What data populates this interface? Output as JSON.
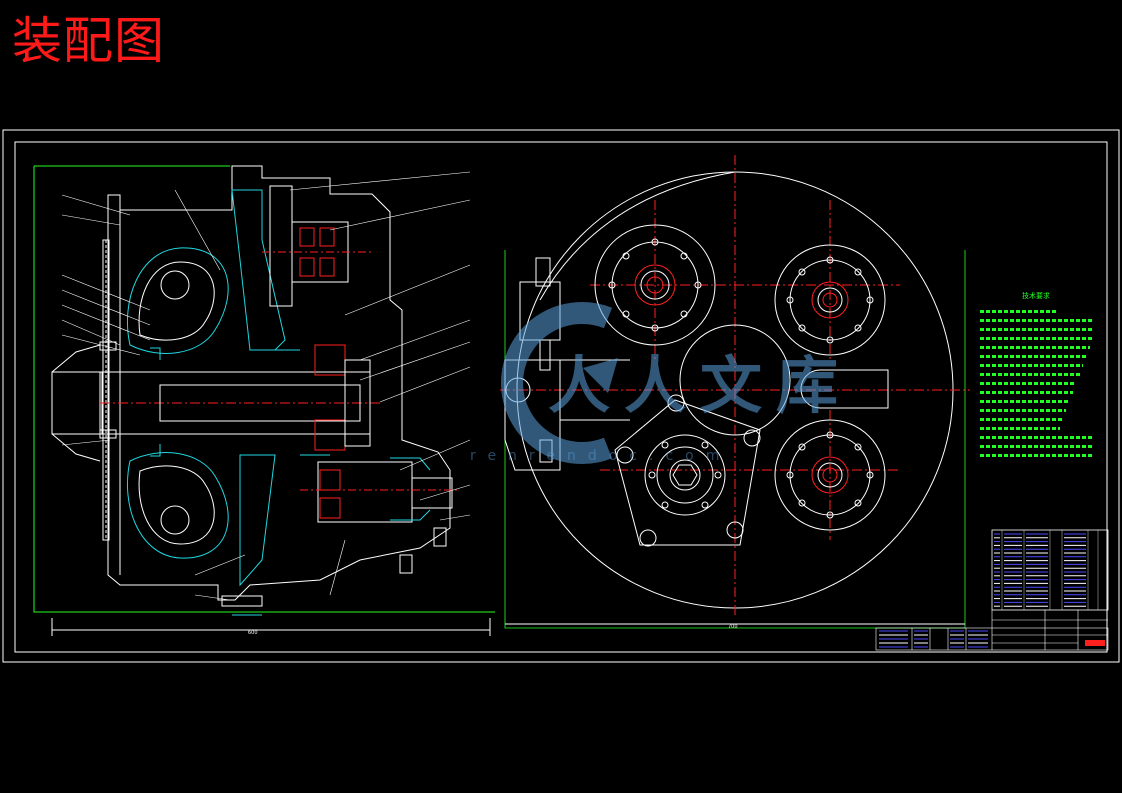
{
  "header": {
    "title": "装配图"
  },
  "colors": {
    "background": "#000000",
    "title": "#ff1a1a",
    "lines": "#ffffff",
    "hatch": "#20d8e0",
    "centerline": "#ff2020",
    "frame_green": "#22ff22",
    "notes": "#22ff22",
    "table": "#3a3aff"
  },
  "watermark": {
    "icon": "stylized-c-logo-icon",
    "text": "人人文库",
    "url": "renrendoc.com"
  },
  "technical_requirements": {
    "heading": "技术要求",
    "lines": [
      "",
      "",
      "",
      "",
      "",
      "",
      "",
      "",
      "",
      "",
      "",
      "",
      "",
      "",
      "",
      "",
      ""
    ]
  },
  "dimensions": {
    "left_view_width": "600",
    "right_view_width": "700"
  }
}
